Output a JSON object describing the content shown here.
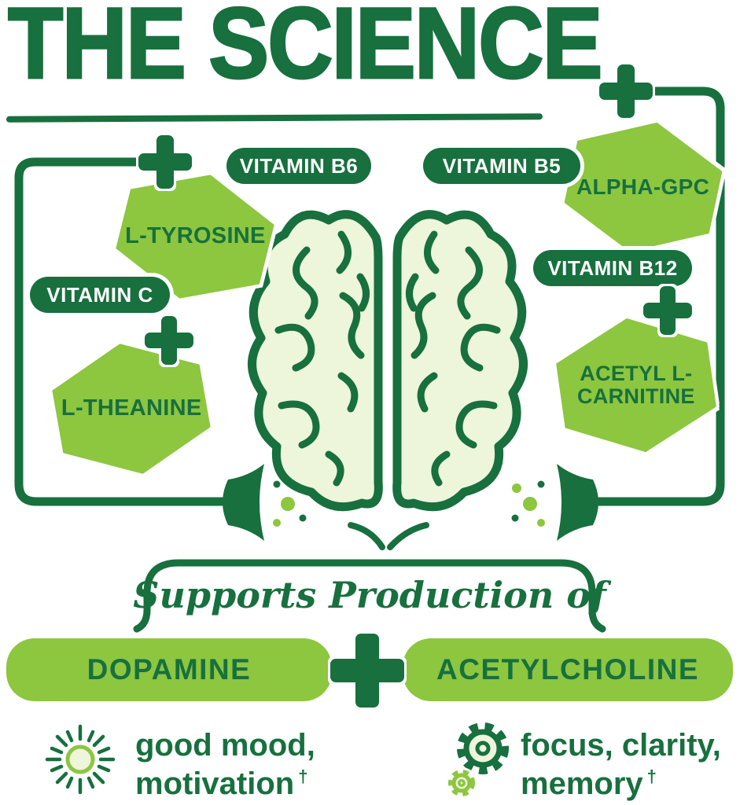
{
  "title": {
    "text": "THE SCIENCE"
  },
  "ingredients": {
    "vitamin_b6": "VITAMIN B6",
    "l_tyrosine": "L-TYROSINE",
    "vitamin_c": "VITAMIN C",
    "l_theanine": "L-THEANINE",
    "vitamin_b5": "VITAMIN B5",
    "alpha_gpc": "ALPHA-GPC",
    "vitamin_b12": "VITAMIN B12",
    "acetyl_l_carnitine_line1": "ACETYL L-",
    "acetyl_l_carnitine_line2": "CARNITINE"
  },
  "supports_label": "Supports Production of",
  "outputs": {
    "dopamine": "DOPAMINE",
    "acetylcholine": "ACETYLCHOLINE"
  },
  "benefits": {
    "mood_line1": "good mood,",
    "mood_line2": "motivation",
    "mood_dagger": "†",
    "focus_line1": "focus, clarity,",
    "focus_line2": "memory",
    "focus_dagger": "†"
  },
  "colors": {
    "dark_green": "#17703e",
    "light_green": "#8dc63f",
    "pale_green": "#edf5da"
  }
}
